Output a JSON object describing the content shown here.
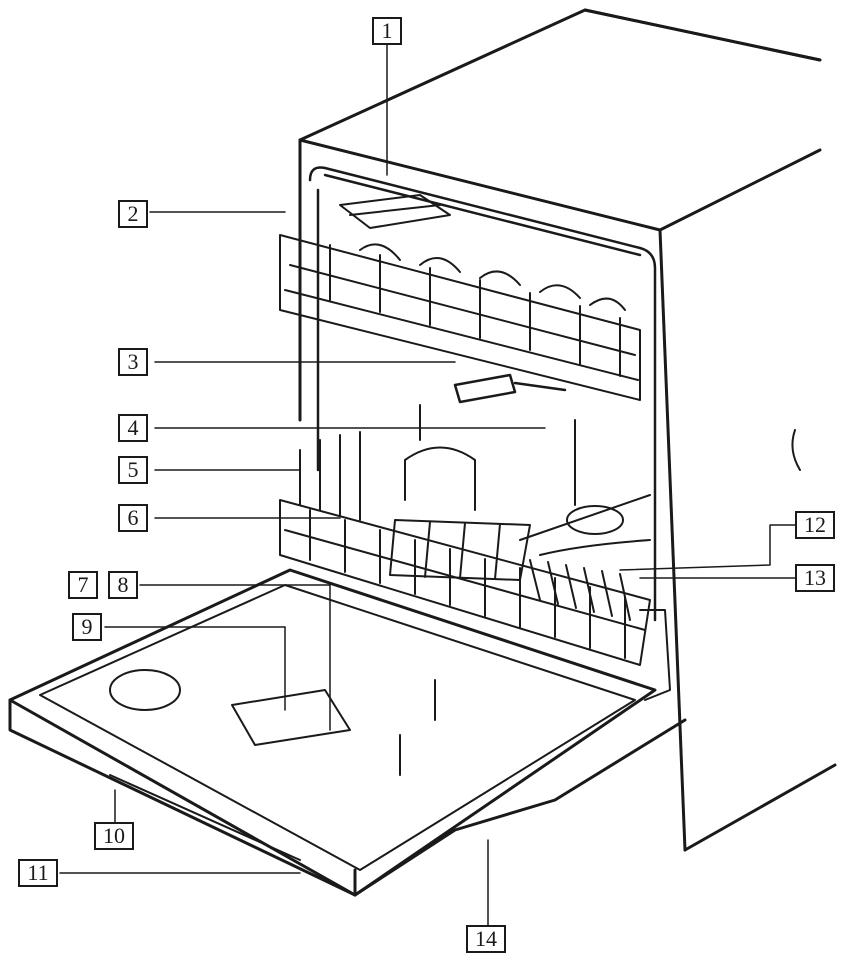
{
  "figure": {
    "stroke_color": "#1a1a1a",
    "background": "#ffffff",
    "callouts": [
      {
        "id": "c1",
        "label": "1"
      },
      {
        "id": "c2",
        "label": "2"
      },
      {
        "id": "c3",
        "label": "3"
      },
      {
        "id": "c4",
        "label": "4"
      },
      {
        "id": "c5",
        "label": "5"
      },
      {
        "id": "c6",
        "label": "6"
      },
      {
        "id": "c7",
        "label": "7"
      },
      {
        "id": "c8",
        "label": "8"
      },
      {
        "id": "c9",
        "label": "9"
      },
      {
        "id": "c10",
        "label": "10"
      },
      {
        "id": "c11",
        "label": "11"
      },
      {
        "id": "c12",
        "label": "12"
      },
      {
        "id": "c13",
        "label": "13"
      },
      {
        "id": "c14",
        "label": "14"
      }
    ]
  }
}
